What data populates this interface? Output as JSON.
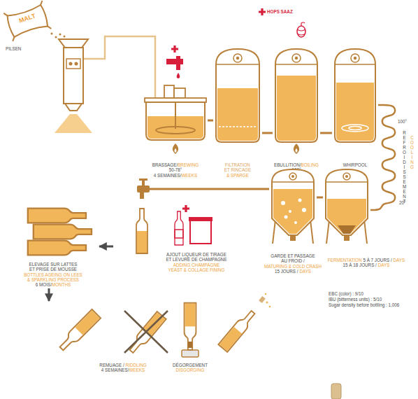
{
  "diagram": {
    "nodes": [
      {
        "text": [
          "MALT"
        ]
      },
      {
        "text": [
          "BRASSAGE/",
          "BREWING",
          "50-78°",
          "4 SEMAINES/",
          "WEEKS"
        ]
      },
      {
        "text": [
          "FILTRATION ET RINCAGE",
          "& SPARGE"
        ]
      },
      {
        "text": [
          "EBULLITION/",
          "BOILING",
          "100°"
        ]
      },
      {
        "text": [
          "WHIRPOOL"
        ]
      },
      {
        "text": [
          "FERMENTATION",
          "5 À 7 JOURS /",
          "DAYS",
          "15 À 18 JOURS /",
          "DAYS"
        ]
      },
      {
        "text": [
          "GARDE ET PASSAGE AU FROID /",
          "MATURING & COLD CRASH",
          "15 JOURS /",
          "DAYS"
        ]
      },
      {
        "text": [
          "AJOUT LIQUEUR DE TIRAGE ET LEVURE DE CHAMPAGNE",
          "ADDING CHAMPAGNE YEAST & COLLAGE FINING"
        ]
      },
      {
        "text": [
          "ELEVAGE SUR LATTES ET PRISE DE MOUSSE",
          "BOTTLES AGEING ON LEES & SPARKLING PROCESS",
          "6 MOIS/",
          "MONTHS"
        ]
      },
      {
        "text": [
          "REMUAGE /",
          "RIDDLING",
          "4 SEMAINES/",
          "WEEKS"
        ]
      },
      {
        "text": [
          "DÉGORGEMENT",
          "DISGORGING"
        ]
      }
    ],
    "edges": [
      {
        "from": 1,
        "to": 2,
        "arrow": "none"
      },
      {
        "from": 2,
        "to": 3,
        "arrow": "none"
      },
      {
        "from": 3,
        "to": 4,
        "arrow": "none"
      },
      {
        "from": 4,
        "to": 5,
        "arrow": "none"
      },
      {
        "from": 5,
        "to": 6,
        "arrow": "none"
      },
      {
        "from": 6,
        "to": 7,
        "arrow": "none"
      },
      {
        "from": 7,
        "to": 8,
        "arrow": "to"
      },
      {
        "from": 8,
        "to": 9,
        "arrow": "to"
      }
    ],
    "labels": [
      "PILSEN",
      "HOPS SAAZ",
      "100°",
      "REFROIDISSEMENT",
      "COOLING",
      "20°",
      "EBC (color) : 9/10",
      "IBU (bitterness units) : 5/10",
      "Sugar density before bottling : 1,006"
    ]
  }
}
